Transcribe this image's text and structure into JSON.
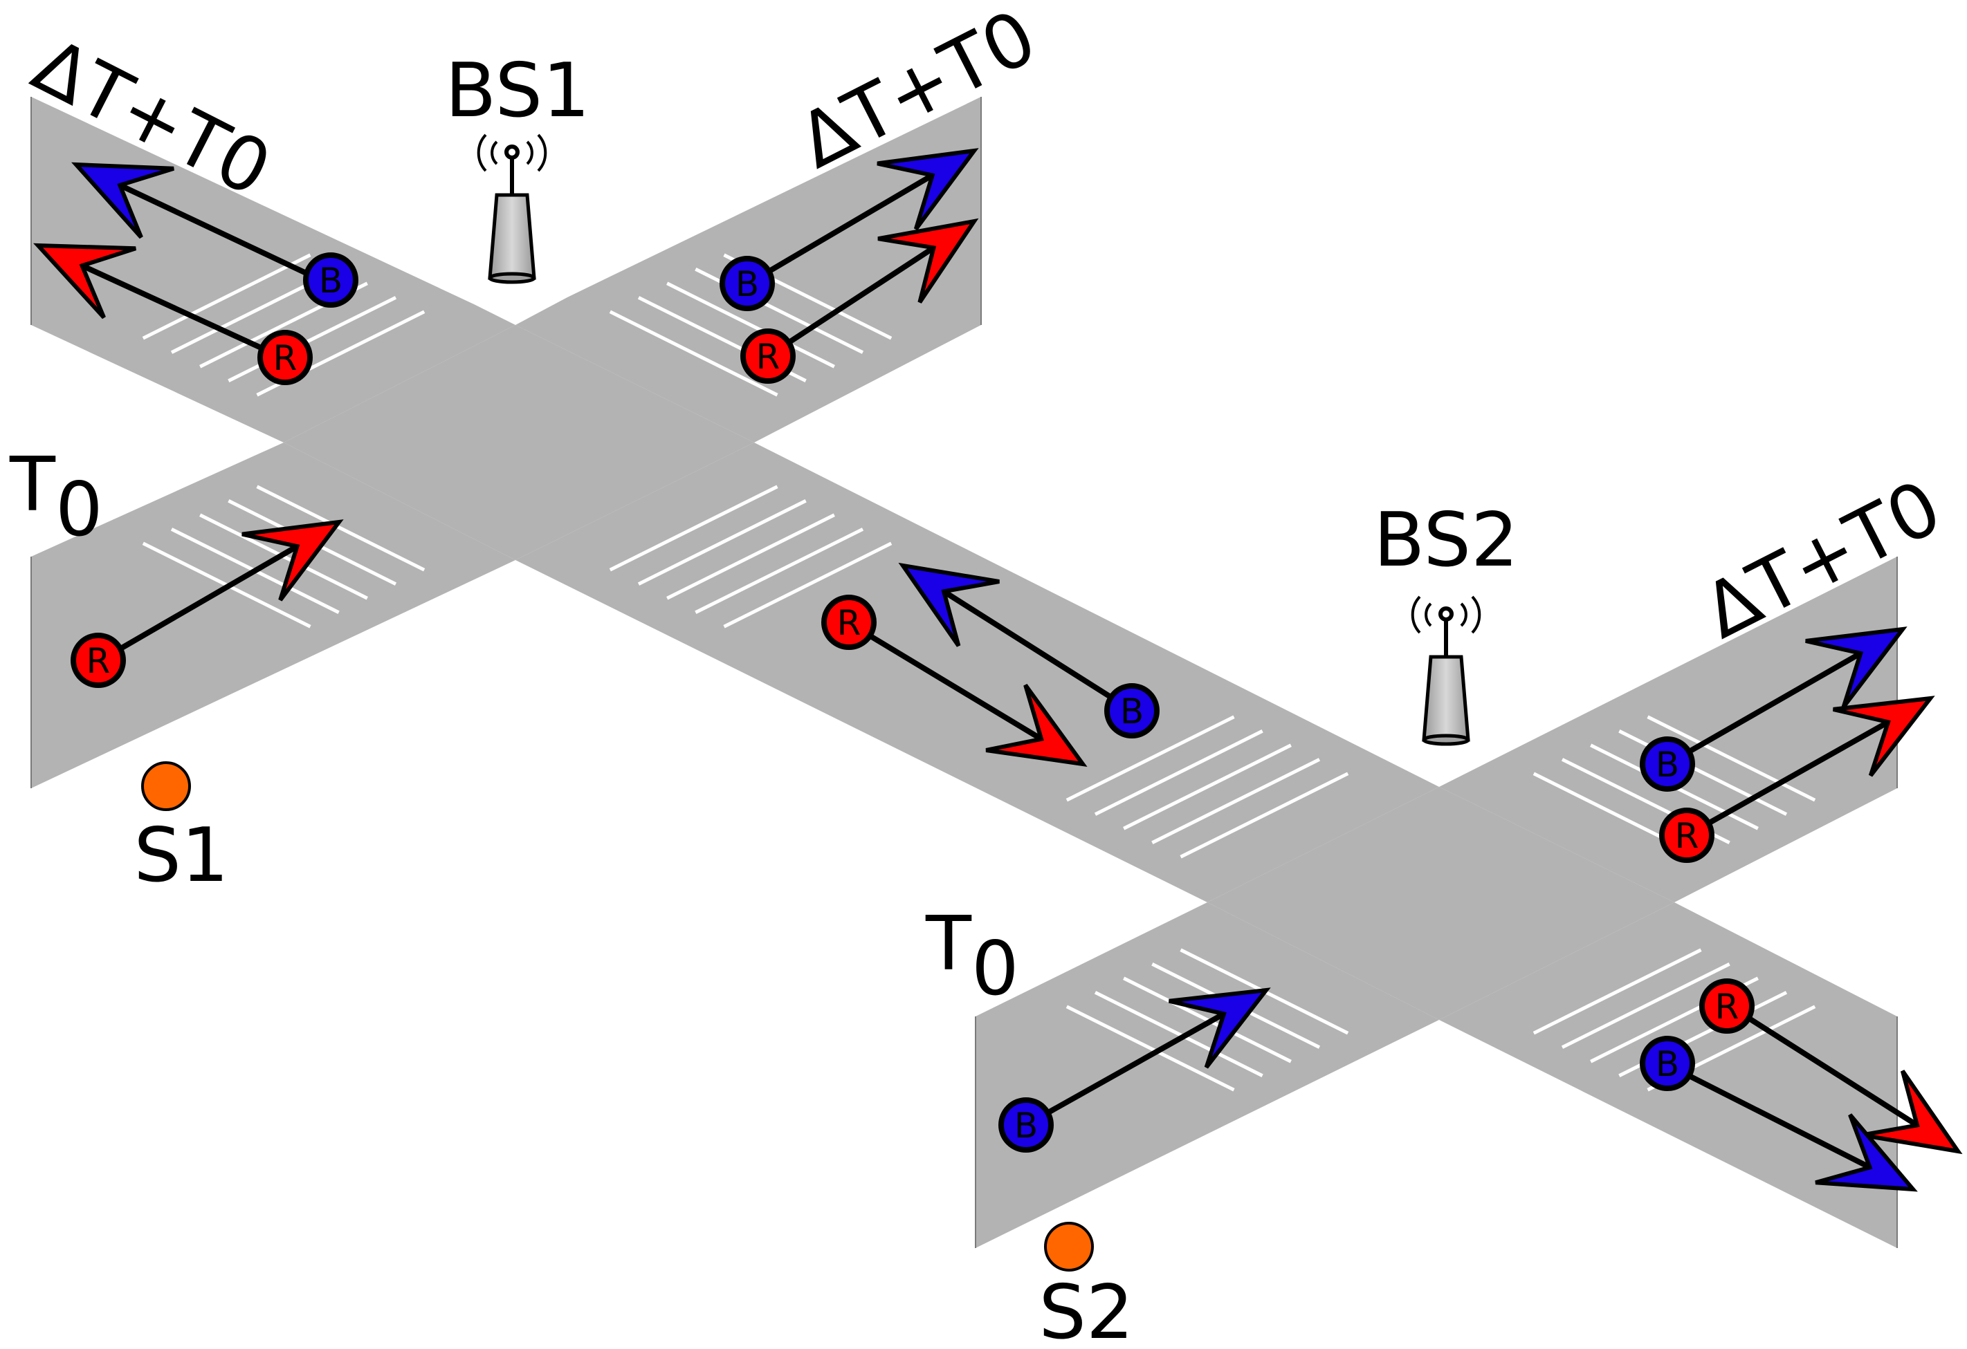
{
  "colors": {
    "road": "#b3b3b3",
    "road_edge": "#7a7a7a",
    "stripe": "#ffffff",
    "blue": "#1a00e6",
    "red": "#ff0000",
    "sensor": "#ff6600",
    "tower": "#c8c8c8"
  },
  "labels": {
    "bs1": "BS1",
    "bs2": "BS2",
    "s1": "S1",
    "s2": "S2",
    "t0_left": {
      "main": "T",
      "sub": "0"
    },
    "t0_right": {
      "main": "T",
      "sub": "0"
    },
    "dt_left": "ΔT+T0",
    "dt_top_right": "ΔT+T0",
    "dt_right": "ΔT+T0"
  },
  "icons": {
    "base_station": "antenna-tower-icon",
    "sensor": "sensor-dot-icon"
  },
  "vehicles": [
    {
      "id": "b-ul",
      "letter": "B",
      "color": "blue",
      "label": "B"
    },
    {
      "id": "r-ul",
      "letter": "R",
      "color": "red",
      "label": "R"
    },
    {
      "id": "b-ur",
      "letter": "B",
      "color": "blue",
      "label": "B"
    },
    {
      "id": "r-ur",
      "letter": "R",
      "color": "red",
      "label": "R"
    },
    {
      "id": "r-l",
      "letter": "R",
      "color": "red",
      "label": "R"
    },
    {
      "id": "r-mid",
      "letter": "R",
      "color": "red",
      "label": "R"
    },
    {
      "id": "b-mid",
      "letter": "B",
      "color": "blue",
      "label": "B"
    },
    {
      "id": "b-rr1",
      "letter": "B",
      "color": "blue",
      "label": "B"
    },
    {
      "id": "r-rr1",
      "letter": "R",
      "color": "red",
      "label": "R"
    },
    {
      "id": "b-ll2",
      "letter": "B",
      "color": "blue",
      "label": "B"
    },
    {
      "id": "r-lr2",
      "letter": "R",
      "color": "red",
      "label": "R"
    },
    {
      "id": "b-lr2",
      "letter": "B",
      "color": "blue",
      "label": "B"
    }
  ]
}
